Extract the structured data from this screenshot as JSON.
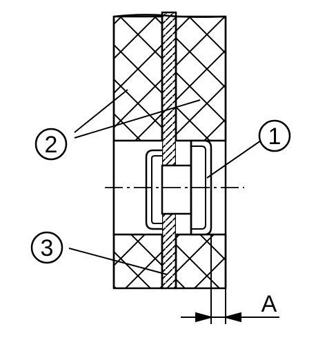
{
  "callouts": {
    "part_1": "1",
    "part_2": "2",
    "part_3": "3",
    "dimension": "A"
  },
  "colors": {
    "ink": "#000000",
    "background": "#ffffff"
  }
}
